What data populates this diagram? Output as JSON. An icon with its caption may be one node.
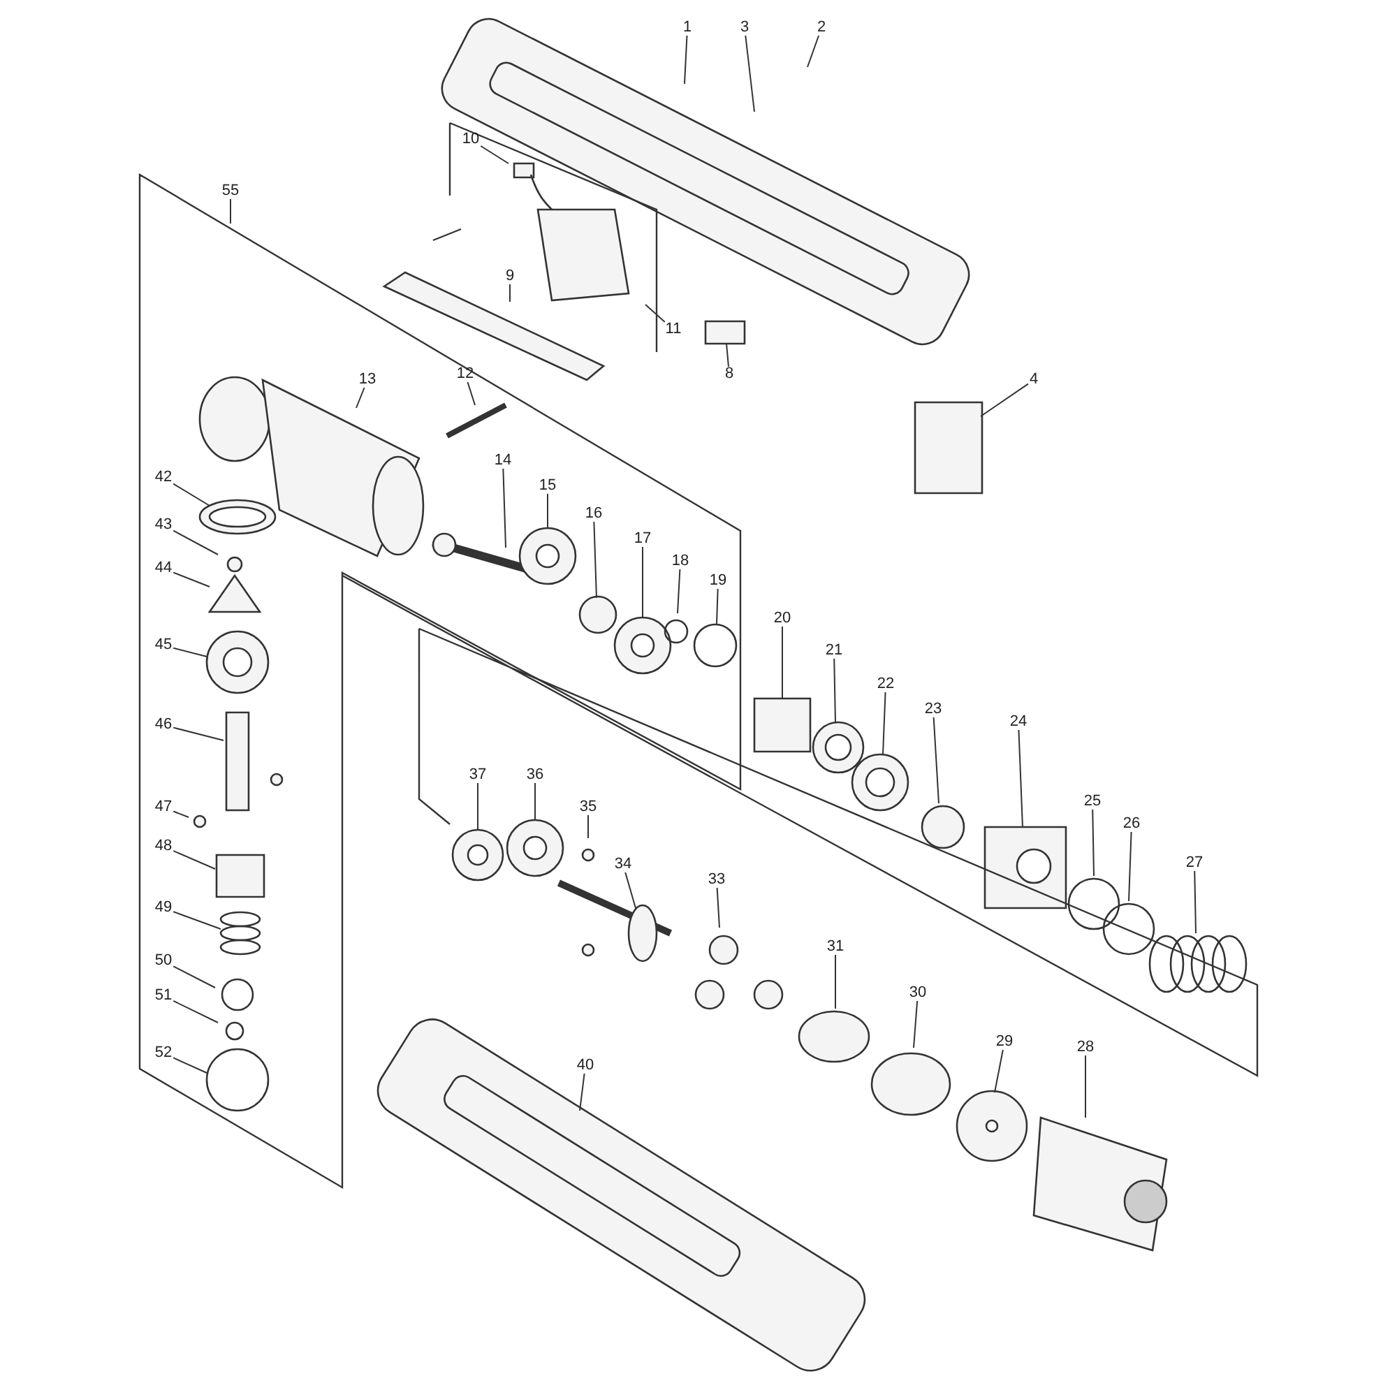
{
  "diagram": {
    "nodes": [
      {
        "text": [
          "1"
        ]
      },
      {
        "text": [
          "3"
        ]
      },
      {
        "text": [
          "2"
        ]
      },
      {
        "text": [
          "10"
        ]
      },
      {
        "text": [
          "11"
        ]
      },
      {
        "text": [
          "9"
        ]
      },
      {
        "text": [
          "8"
        ]
      },
      {
        "text": [
          "4"
        ]
      },
      {
        "text": [
          "55"
        ]
      },
      {
        "text": [
          "13"
        ]
      },
      {
        "text": [
          "12"
        ]
      },
      {
        "text": [
          "14"
        ]
      },
      {
        "text": [
          "15"
        ]
      },
      {
        "text": [
          "16"
        ]
      },
      {
        "text": [
          "17"
        ]
      },
      {
        "text": [
          "18"
        ]
      },
      {
        "text": [
          "19"
        ]
      },
      {
        "text": [
          "20"
        ]
      },
      {
        "text": [
          "21"
        ]
      },
      {
        "text": [
          "22"
        ]
      },
      {
        "text": [
          "23"
        ]
      },
      {
        "text": [
          "24"
        ]
      },
      {
        "text": [
          "25"
        ]
      },
      {
        "text": [
          "26"
        ]
      },
      {
        "text": [
          "27"
        ]
      },
      {
        "text": [
          "42"
        ]
      },
      {
        "text": [
          "43"
        ]
      },
      {
        "text": [
          "44"
        ]
      },
      {
        "text": [
          "45"
        ]
      },
      {
        "text": [
          "46"
        ]
      },
      {
        "text": [
          "47"
        ]
      },
      {
        "text": [
          "48"
        ]
      },
      {
        "text": [
          "49"
        ]
      },
      {
        "text": [
          "50"
        ]
      },
      {
        "text": [
          "51"
        ]
      },
      {
        "text": [
          "52"
        ]
      },
      {
        "text": [
          "37"
        ]
      },
      {
        "text": [
          "36"
        ]
      },
      {
        "text": [
          "35"
        ]
      },
      {
        "text": [
          "34"
        ]
      },
      {
        "text": [
          "33"
        ]
      },
      {
        "text": [
          "31"
        ]
      },
      {
        "text": [
          "30"
        ]
      },
      {
        "text": [
          "29"
        ]
      },
      {
        "text": [
          "28"
        ]
      },
      {
        "text": [
          "40"
        ]
      }
    ],
    "edges": [
      {
        "from": 0,
        "to": null,
        "arrow": "none"
      },
      {
        "from": 1,
        "to": null,
        "arrow": "none"
      },
      {
        "from": 2,
        "to": null,
        "arrow": "none"
      },
      {
        "from": 3,
        "to": null,
        "arrow": "none"
      },
      {
        "from": 4,
        "to": null,
        "arrow": "none"
      },
      {
        "from": 5,
        "to": null,
        "arrow": "none"
      },
      {
        "from": 6,
        "to": null,
        "arrow": "none"
      },
      {
        "from": 7,
        "to": null,
        "arrow": "none"
      },
      {
        "from": 8,
        "to": null,
        "arrow": "none"
      },
      {
        "from": 9,
        "to": null,
        "arrow": "none"
      },
      {
        "from": 10,
        "to": null,
        "arrow": "none"
      },
      {
        "from": 11,
        "to": null,
        "arrow": "none"
      },
      {
        "from": 12,
        "to": null,
        "arrow": "none"
      },
      {
        "from": 13,
        "to": null,
        "arrow": "none"
      },
      {
        "from": 14,
        "to": null,
        "arrow": "none"
      },
      {
        "from": 15,
        "to": null,
        "arrow": "none"
      },
      {
        "from": 16,
        "to": null,
        "arrow": "none"
      },
      {
        "from": 17,
        "to": null,
        "arrow": "none"
      },
      {
        "from": 18,
        "to": null,
        "arrow": "none"
      },
      {
        "from": 19,
        "to": null,
        "arrow": "none"
      },
      {
        "from": 20,
        "to": null,
        "arrow": "none"
      },
      {
        "from": 21,
        "to": null,
        "arrow": "none"
      },
      {
        "from": 22,
        "to": null,
        "arrow": "none"
      },
      {
        "from": 23,
        "to": null,
        "arrow": "none"
      },
      {
        "from": 24,
        "to": null,
        "arrow": "none"
      },
      {
        "from": 25,
        "to": null,
        "arrow": "none"
      },
      {
        "from": 26,
        "to": null,
        "arrow": "none"
      },
      {
        "from": 27,
        "to": null,
        "arrow": "none"
      },
      {
        "from": 28,
        "to": null,
        "arrow": "none"
      },
      {
        "from": 29,
        "to": null,
        "arrow": "none"
      },
      {
        "from": 30,
        "to": null,
        "arrow": "none"
      },
      {
        "from": 31,
        "to": null,
        "arrow": "none"
      },
      {
        "from": 32,
        "to": null,
        "arrow": "none"
      },
      {
        "from": 33,
        "to": null,
        "arrow": "none"
      },
      {
        "from": 34,
        "to": null,
        "arrow": "none"
      },
      {
        "from": 35,
        "to": null,
        "arrow": "none"
      },
      {
        "from": 36,
        "to": null,
        "arrow": "none"
      },
      {
        "from": 37,
        "to": null,
        "arrow": "none"
      },
      {
        "from": 38,
        "to": null,
        "arrow": "none"
      },
      {
        "from": 39,
        "to": null,
        "arrow": "none"
      },
      {
        "from": 40,
        "to": null,
        "arrow": "none"
      },
      {
        "from": 41,
        "to": null,
        "arrow": "none"
      },
      {
        "from": 42,
        "to": null,
        "arrow": "none"
      },
      {
        "from": 43,
        "to": null,
        "arrow": "none"
      },
      {
        "from": 44,
        "to": null,
        "arrow": "none"
      },
      {
        "from": 45,
        "to": null,
        "arrow": "none"
      }
    ]
  }
}
